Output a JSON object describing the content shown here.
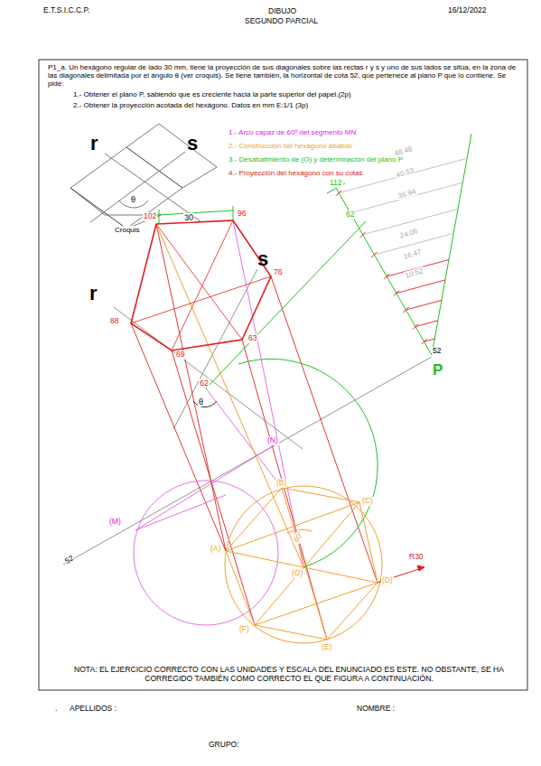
{
  "diagram": {
    "title": "DIBUJO",
    "labels": [
      "E.T.S.I.C.C.P.",
      "SEGUNDO PARCIAL",
      "16/12/2022",
      "P1_a. Un hexágono regular de lado 30 mm, tiene la proyección de sus diagonales sobre las rectas r y s y uno de sus lados se sitúa, en la zona de las diagonales delimitada por el ángulo θ (ver croquis). Se tiene también, la horizontal de cota 52, que pertenece al plano P que lo contiene. Se pide:",
      "1.- Obtener el plano P, sabiendo que es creciente hacia la parte superior del papel.(2p)",
      "2.- Obtener la proyección acotada del hexágono. Datos en mm E:1/1 (3p)",
      "r",
      "s",
      "θ",
      "Croquis",
      "1.- Arco capaz de 60º del segmento MN",
      "2.- Construcción del hexágono abatido",
      "3.- Desabatimiento de (O) y determinación del plano P",
      "4.- Proyección del hexágono con su cotas",
      "r",
      "s",
      "30",
      "102",
      "96",
      "76",
      "62",
      "θ",
      "88",
      "63",
      "69",
      "(N)",
      "(B)",
      "(C)",
      "(M)",
      "(A)",
      "60°",
      "R30",
      "(O)",
      "(D)",
      "(F)",
      "(E)",
      "52",
      "52",
      "P",
      "112",
      "62",
      "48.48",
      "40.53",
      "36.94",
      "24.06",
      "16.47",
      "10.52",
      "NOTA: EL EJERCICIO CORRECTO CON LAS UNIDADES Y ESCALA DEL ENUNCIADO ES ESTE. NO OBSTANTE, SE HA CORREGIDO TAMBIÉN COMO CORRECTO EL QUE FIGURA A CONTINUACIÓN.",
      ".",
      "APELLIDOS :",
      "NOMBRE :",
      "GRUPO:"
    ]
  }
}
